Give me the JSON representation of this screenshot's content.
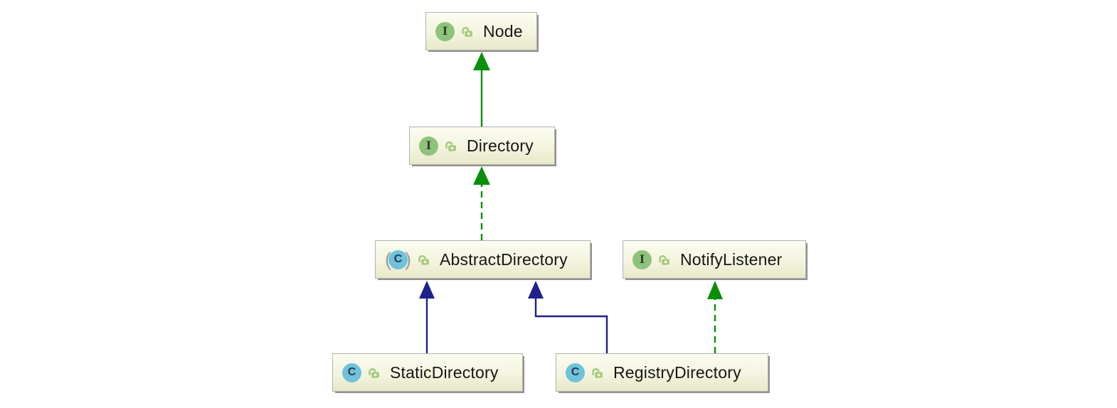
{
  "diagram": {
    "kind": "uml-class-hierarchy",
    "background": "#ffffff",
    "colors": {
      "node_fill_top": "#fcfcf1",
      "node_fill_bottom": "#e8e8c9",
      "node_border": "#b2b2b0",
      "node_shadow": "#91918f",
      "interface_edge_green": "#0a8f0a",
      "class_extends_navy": "#20208c",
      "interface_icon_bg": "#8fc27a",
      "class_icon_bg": "#6fc2dc",
      "lock_icon_green": "#a6ca7e",
      "abstract_paren_gray": "#9b9b9b",
      "label_text": "#161616"
    },
    "icons": {
      "interface_letter": "I",
      "class_letter": "C",
      "abstract_paren_left": "(",
      "abstract_paren_right": ")",
      "visibility_lock": "public-open-lock"
    },
    "nodes": [
      {
        "label": "Node",
        "kind": "interface",
        "visibility": "public"
      },
      {
        "label": "Directory",
        "kind": "interface",
        "visibility": "public"
      },
      {
        "label": "AbstractDirectory",
        "kind": "abstract-class",
        "visibility": "public"
      },
      {
        "label": "NotifyListener",
        "kind": "interface",
        "visibility": "public"
      },
      {
        "label": "StaticDirectory",
        "kind": "class",
        "visibility": "public"
      },
      {
        "label": "RegistryDirectory",
        "kind": "class",
        "visibility": "public"
      }
    ],
    "edges": [
      {
        "from": "Directory",
        "to": "Node",
        "relation": "extends",
        "line": "solid",
        "color": "#0a8f0a"
      },
      {
        "from": "AbstractDirectory",
        "to": "Directory",
        "relation": "implements",
        "line": "dashed",
        "color": "#0a8f0a"
      },
      {
        "from": "StaticDirectory",
        "to": "AbstractDirectory",
        "relation": "extends",
        "line": "solid",
        "color": "#20208c"
      },
      {
        "from": "RegistryDirectory",
        "to": "AbstractDirectory",
        "relation": "extends",
        "line": "solid",
        "color": "#20208c"
      },
      {
        "from": "RegistryDirectory",
        "to": "NotifyListener",
        "relation": "implements",
        "line": "dashed",
        "color": "#0a8f0a"
      }
    ]
  }
}
